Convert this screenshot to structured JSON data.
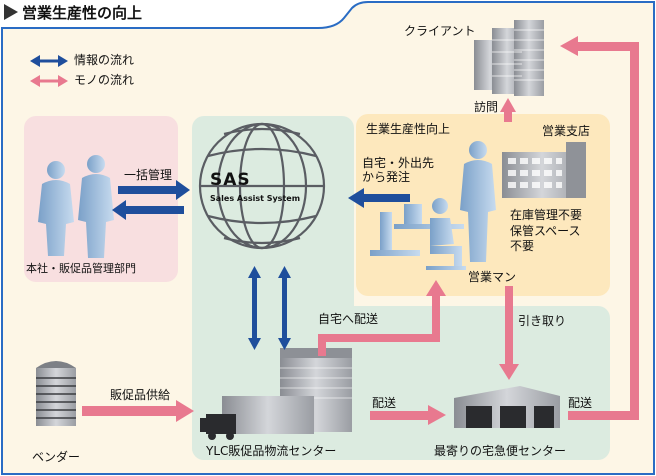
{
  "title": "営業生産性の向上",
  "legend": {
    "info_flow": "情報の流れ",
    "goods_flow": "モノの流れ",
    "info_color": "#1f4e9c",
    "goods_color": "#e8798f"
  },
  "colors": {
    "background": "#fdf6e6",
    "hq_zone": "#f8dfe0",
    "system_zone": "#dcebe0",
    "sales_zone": "#fde8bd",
    "header_line": "#2a6cc4"
  },
  "nodes": {
    "client": "クライアント",
    "hq": "本社・販促品管理部門",
    "sas_name": "SAS",
    "sas_full": "Sales Assist System",
    "sales_office": "営業支店",
    "sales_person": "営業マン",
    "vendor": "ベンダー",
    "ylc_center": "YLC販促品物流センター",
    "delivery_center": "最寄りの宅急便センター"
  },
  "labels": {
    "visit": "訪問",
    "productivity": "生業生産性向上",
    "batch_manage": "一括管理",
    "order_from": "自宅・外出先\nから発注",
    "no_inventory": "在庫管理不要\n保管スペース\n不要",
    "home_delivery": "自宅へ配送",
    "pickup": "引き取り",
    "supply": "販促品供給",
    "delivery1": "配送",
    "delivery2": "配送"
  }
}
